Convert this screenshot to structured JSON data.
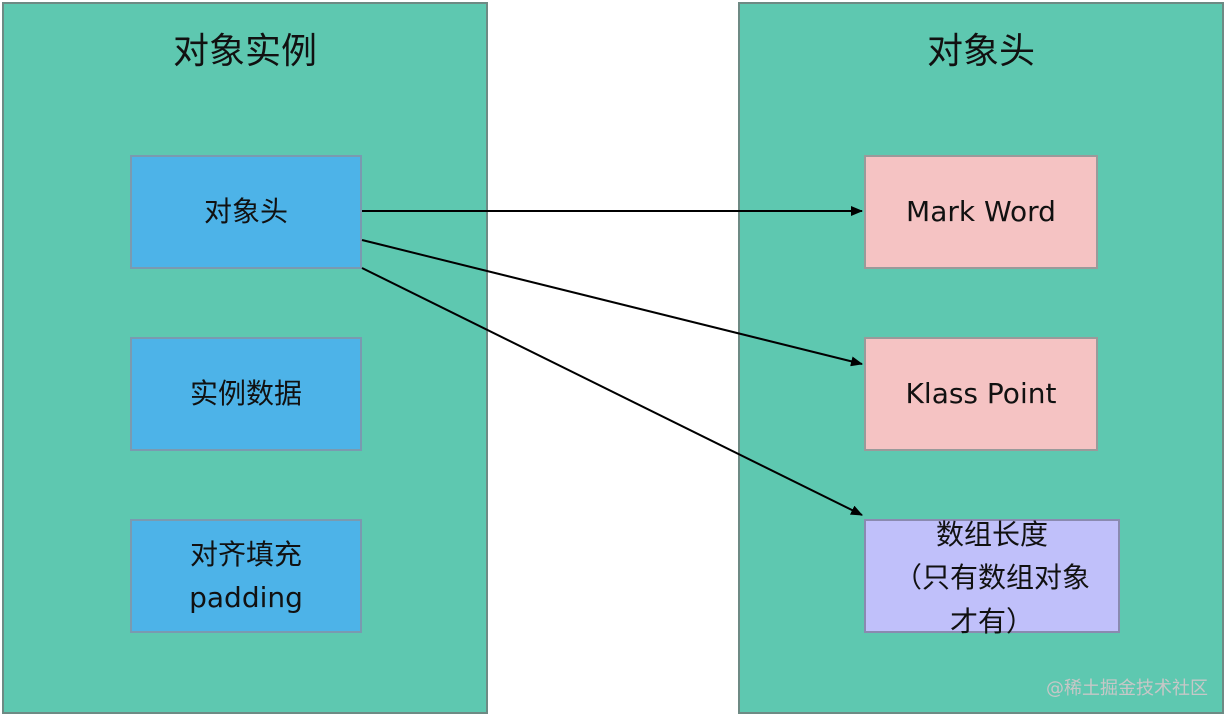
{
  "left_panel": {
    "title": "对象实例",
    "boxes": {
      "header": "对象头",
      "instance_data": "实例数据",
      "padding": "对齐填充\npadding"
    }
  },
  "right_panel": {
    "title": "对象头",
    "boxes": {
      "mark_word": "Mark Word",
      "klass_point": "Klass Point",
      "array_length": "数组长度\n（只有数组对象\n才有）"
    }
  },
  "watermark": "@稀土掘金技术社区",
  "colors": {
    "panel": "#5ec8b0",
    "box_blue": "#4db3e8",
    "box_pink": "#f5c3c3",
    "box_lavender": "#c0c0fa"
  }
}
